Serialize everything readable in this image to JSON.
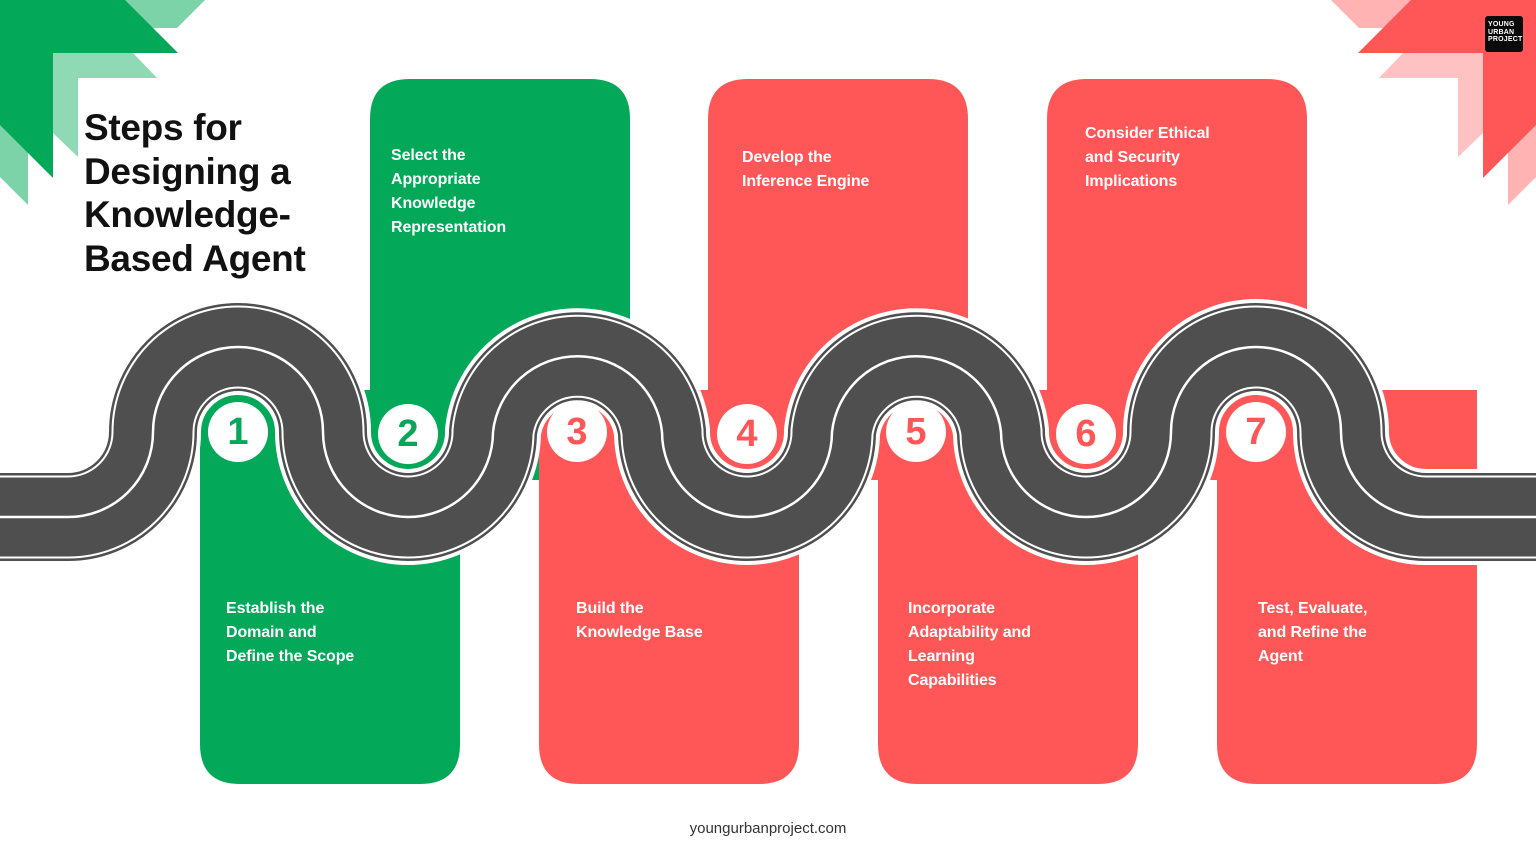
{
  "title": {
    "lines": [
      "Steps for",
      "Designing a",
      "Knowledge-",
      "Based Agent"
    ]
  },
  "brand": {
    "logo_lines": [
      "YOUNG",
      "URBAN",
      "PROJECT"
    ],
    "footer_url": "youngurbanproject.com"
  },
  "colors": {
    "green": "#03A859",
    "green_light": "#7DD3A8",
    "red": "#FF5757",
    "red_light": "#FFB3B3",
    "road": "#4F4F4F",
    "road_line": "#FFFFFF",
    "title_text": "#111111"
  },
  "steps": [
    {
      "number": "1",
      "color": "green",
      "position": "bottom",
      "lines": [
        "Establish the",
        "Domain and",
        "Define the Scope"
      ]
    },
    {
      "number": "2",
      "color": "green",
      "position": "top",
      "lines": [
        "Select the",
        "Appropriate",
        "Knowledge",
        "Representation"
      ]
    },
    {
      "number": "3",
      "color": "red",
      "position": "bottom",
      "lines": [
        "Build the",
        "Knowledge Base"
      ]
    },
    {
      "number": "4",
      "color": "red",
      "position": "top",
      "lines": [
        "Develop the",
        "Inference Engine"
      ]
    },
    {
      "number": "5",
      "color": "red",
      "position": "bottom",
      "lines": [
        "Incorporate",
        "Adaptability and",
        "Learning",
        "Capabilities"
      ]
    },
    {
      "number": "6",
      "color": "red",
      "position": "top",
      "lines": [
        "Consider Ethical",
        "and Security",
        "Implications"
      ]
    },
    {
      "number": "7",
      "color": "red",
      "position": "bottom",
      "lines": [
        "Test, Evaluate,",
        "and Refine the",
        "Agent"
      ]
    }
  ]
}
